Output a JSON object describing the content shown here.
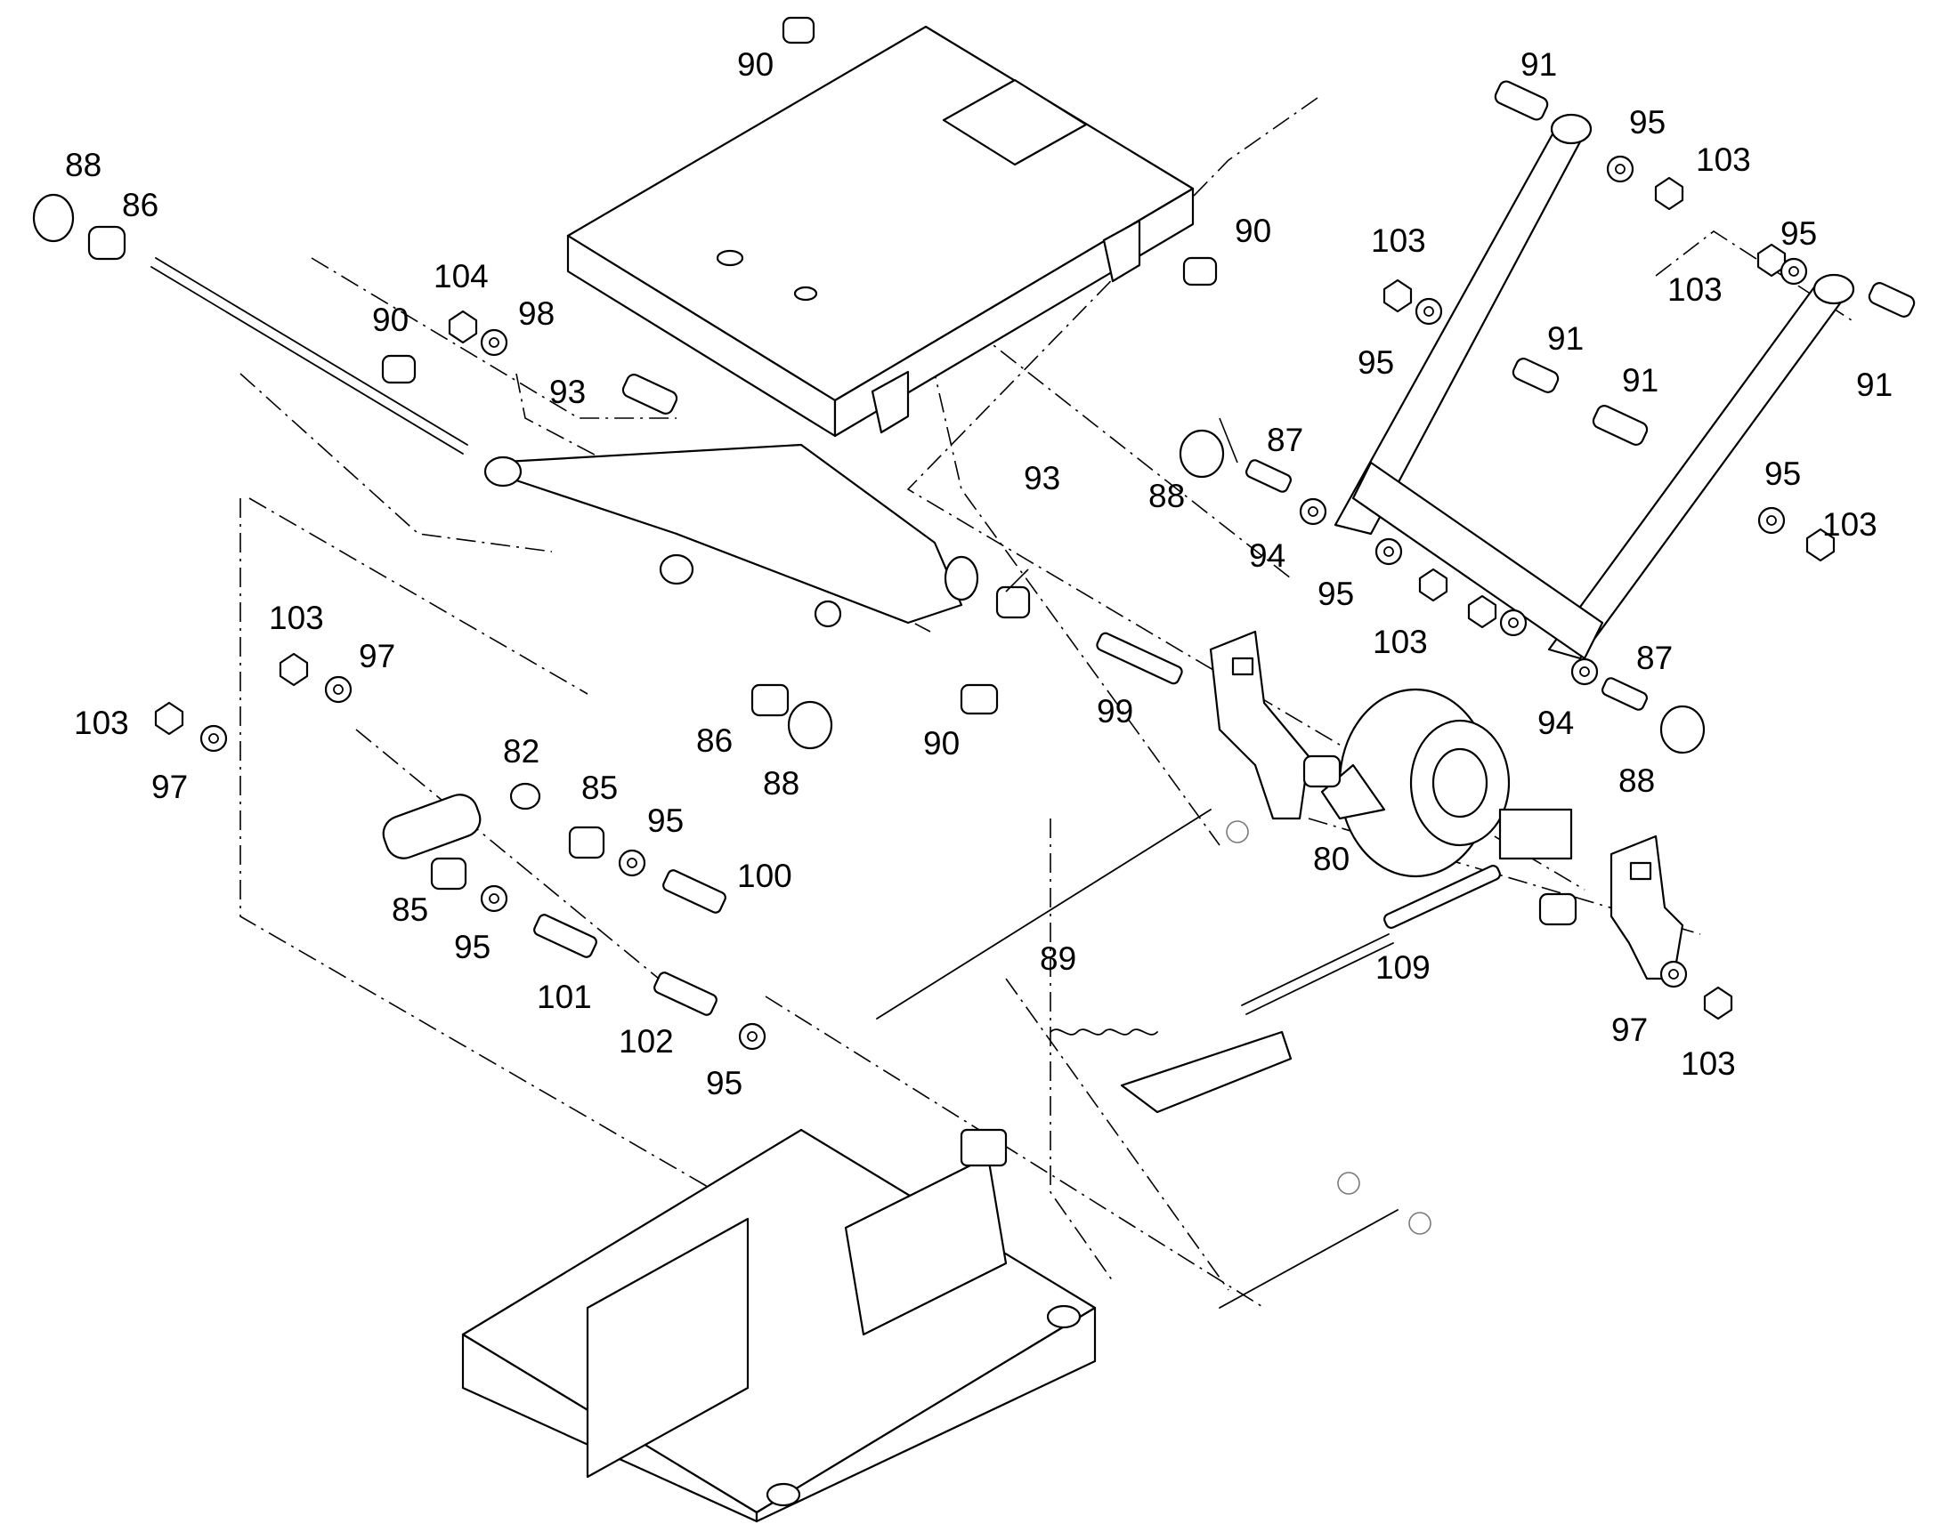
{
  "labels": [
    "90",
    "91",
    "95",
    "103",
    "88",
    "86",
    "104",
    "98",
    "90",
    "93",
    "90",
    "103",
    "95",
    "103",
    "95",
    "91",
    "91",
    "91",
    "88",
    "87",
    "93",
    "94",
    "95",
    "103",
    "95",
    "103",
    "103",
    "97",
    "103",
    "97",
    "82",
    "85",
    "95",
    "100",
    "86",
    "88",
    "90",
    "99",
    "94",
    "87",
    "88",
    "80",
    "85",
    "95",
    "101",
    "89",
    "109",
    "102",
    "95",
    "97",
    "103"
  ]
}
